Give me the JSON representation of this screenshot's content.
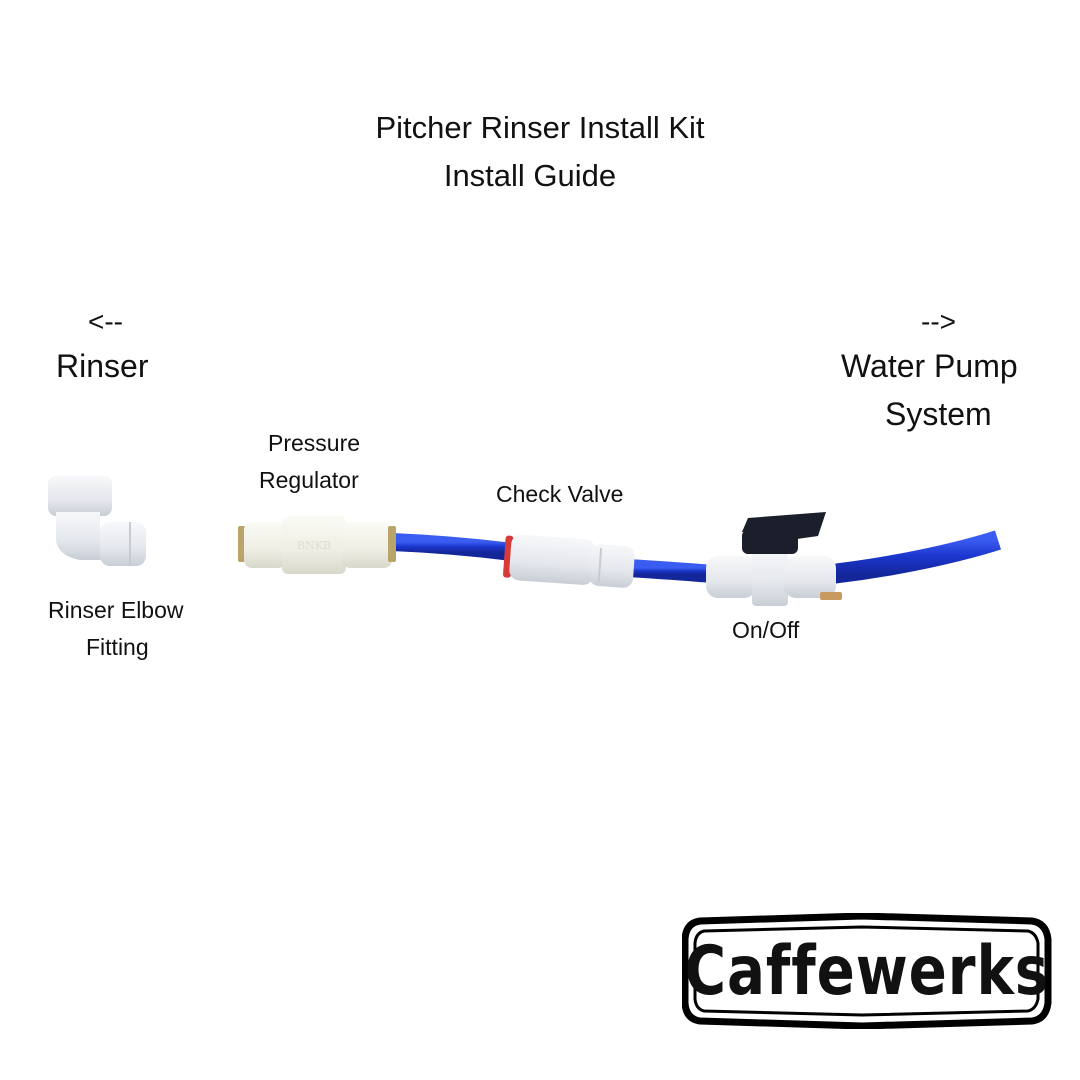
{
  "title": {
    "line1": "Pitcher Rinser Install Kit",
    "line2": "Install Guide"
  },
  "directions": {
    "left_arrow": "<--",
    "left_label": "Rinser",
    "right_arrow": "-->",
    "right_label_line1": "Water Pump",
    "right_label_line2": "System"
  },
  "components": [
    {
      "id": "elbow",
      "label_line1": "Rinser Elbow",
      "label_line2": "Fitting"
    },
    {
      "id": "regulator",
      "label_line1": "Pressure",
      "label_line2": "Regulator",
      "marking": "BNKB"
    },
    {
      "id": "check-valve",
      "label_line1": "Check Valve"
    },
    {
      "id": "valve",
      "label_line1": "On/Off"
    }
  ],
  "colors": {
    "tube": "#1f3fd6",
    "fitting": "#e9ecef",
    "handle": "#1a1f2b",
    "check_ring": "#d83a3a"
  },
  "logo": {
    "text": "Caffewerks"
  }
}
